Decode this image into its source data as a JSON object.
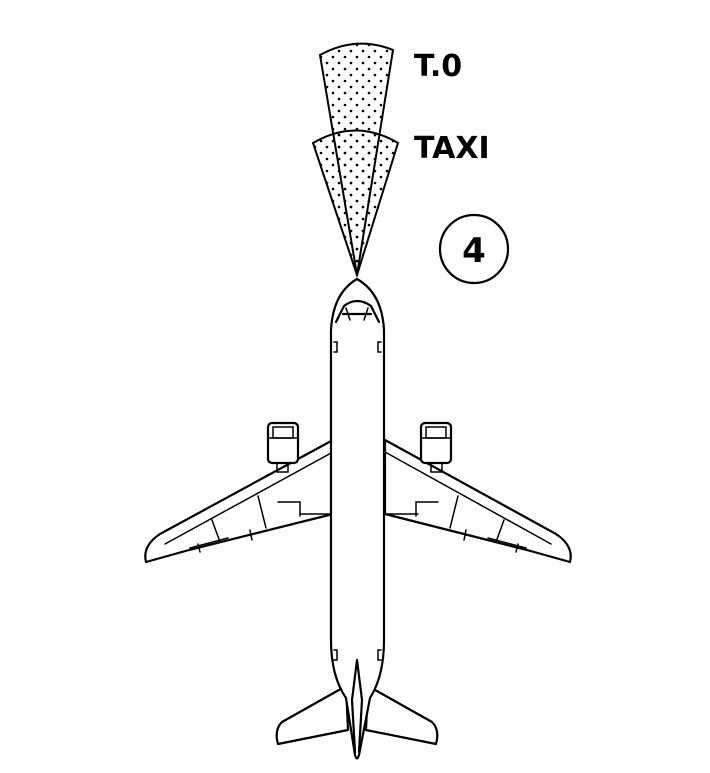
{
  "labels": {
    "takeoff": "T.0",
    "taxi": "TAXI",
    "callout": "4"
  },
  "colors": {
    "line": "#000000",
    "background": "#ffffff"
  }
}
